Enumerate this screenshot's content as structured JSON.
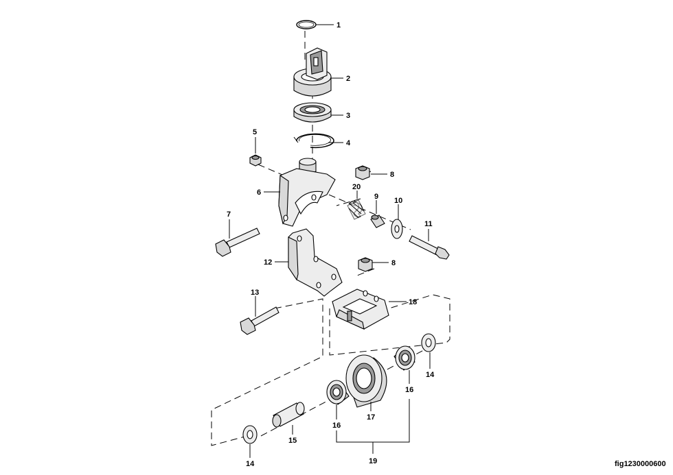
{
  "figure_id": "fig1230000600",
  "callouts": {
    "c1": "1",
    "c2": "2",
    "c3": "3",
    "c4": "4",
    "c5": "5",
    "c6": "6",
    "c7": "7",
    "c8a": "8",
    "c8b": "8",
    "c9": "9",
    "c10": "10",
    "c11": "11",
    "c12": "12",
    "c13": "13",
    "c14a": "14",
    "c14b": "14",
    "c15": "15",
    "c16a": "16",
    "c16b": "16",
    "c17": "17",
    "c18": "18",
    "c19": "19",
    "c20": "20"
  }
}
